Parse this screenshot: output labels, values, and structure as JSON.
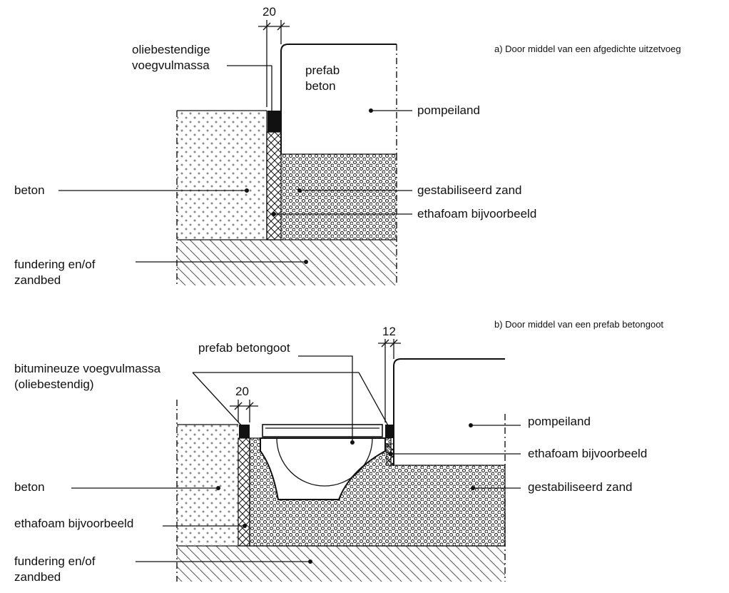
{
  "diagram_a": {
    "caption": "a) Door middel van een afgedichte uitzetvoeg",
    "dimension": "20",
    "labels": {
      "sealant_line1": "oliebestendige",
      "sealant_line2": "voegvulmassa",
      "prefab_line1": "prefab",
      "prefab_line2": "beton",
      "pump_island": "pompeiland",
      "concrete": "beton",
      "stabilized_sand": "gestabiliseerd  zand",
      "ethafoam": "ethafoam bijvoorbeeld",
      "foundation_line1": "fundering en/of",
      "foundation_line2": "zandbed"
    }
  },
  "diagram_b": {
    "caption": "b) Door middel van een prefab betongoot",
    "dimension_left": "20",
    "dimension_right": "12",
    "labels": {
      "prefab_gutter": "prefab betongoot",
      "sealant_line1": "bitumineuze voegvulmassa",
      "sealant_line2": "(oliebestendig)",
      "pump_island": "pompeiland",
      "ethafoam_right": "ethafoam bijvoorbeeld",
      "concrete": "beton",
      "stabilized_sand": "gestabiliseerd zand",
      "ethafoam_left": "ethafoam bijvoorbeeld",
      "foundation_line1": "fundering en/of",
      "foundation_line2": "zandbed"
    }
  }
}
